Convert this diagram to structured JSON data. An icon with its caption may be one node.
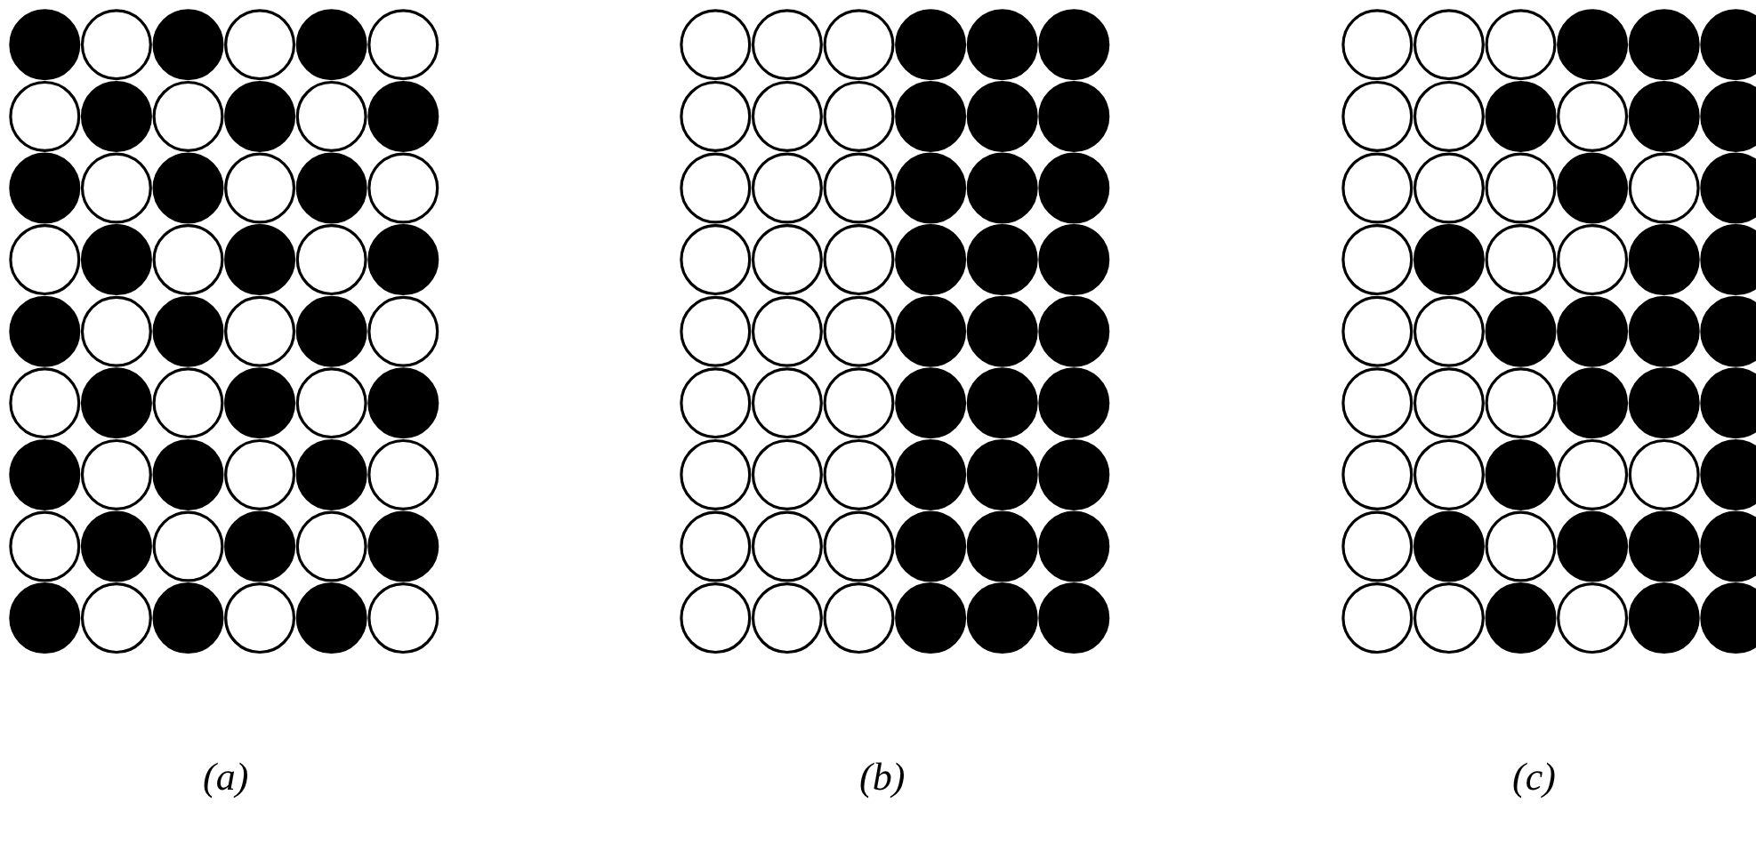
{
  "diagram": {
    "labels": [
      "(a)",
      "(b)",
      "(c)"
    ]
  }
}
